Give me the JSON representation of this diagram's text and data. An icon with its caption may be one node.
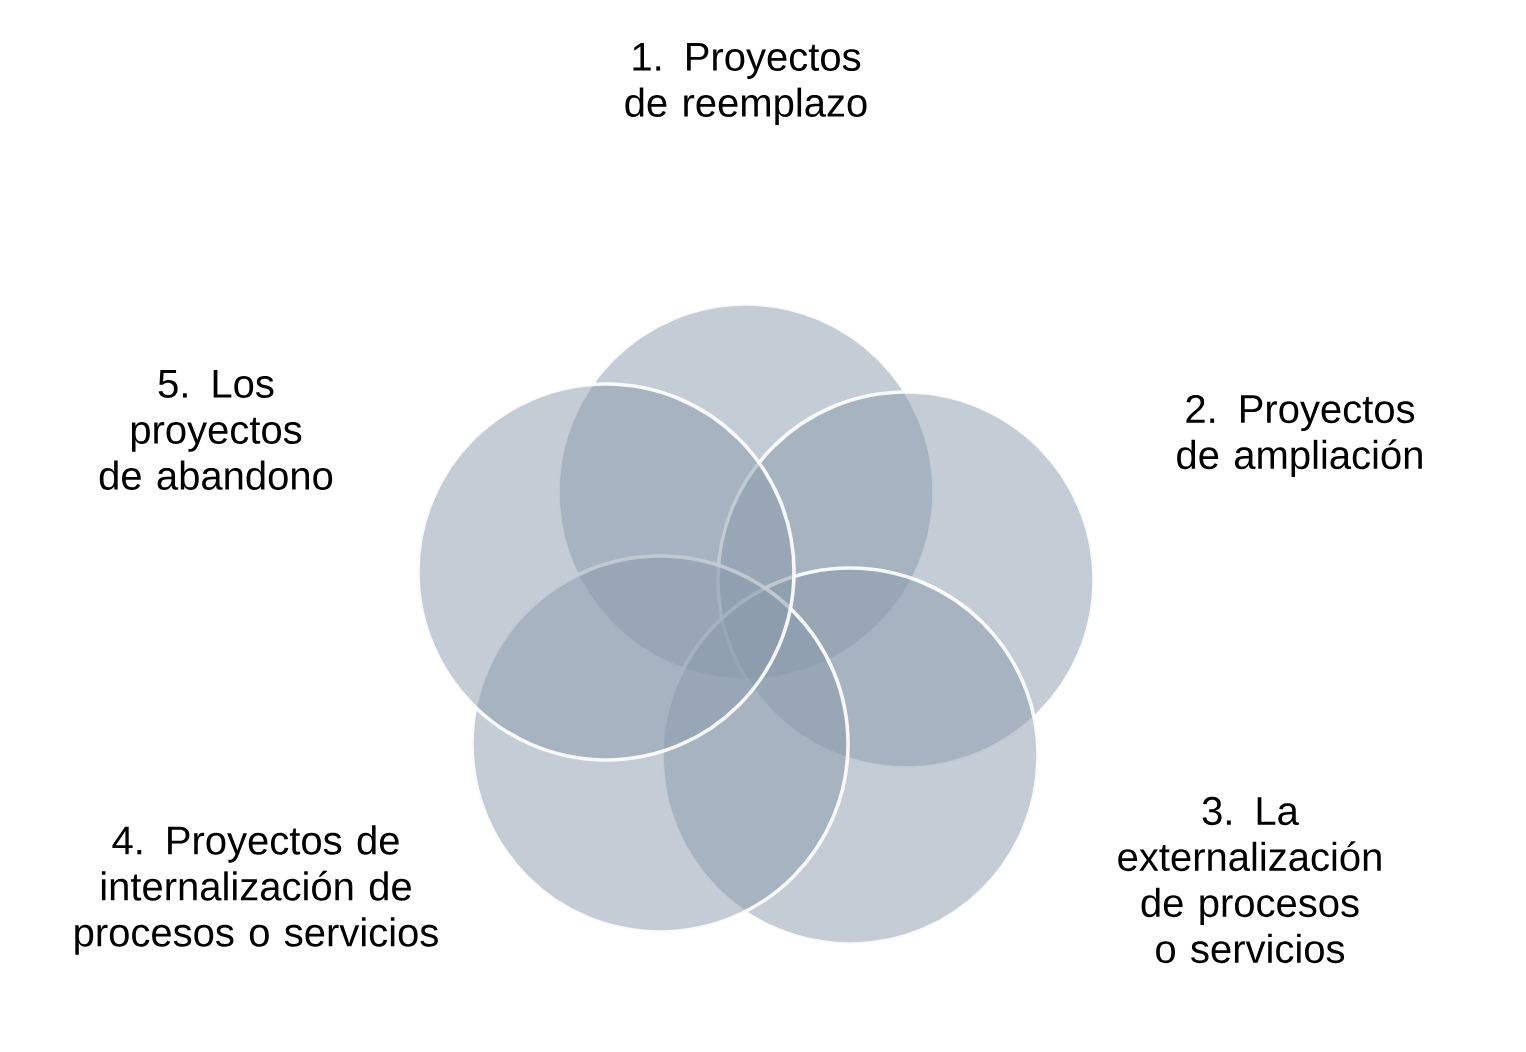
{
  "diagram": {
    "nodes": [
      {
        "text": [
          "1. Proyectos de reemplazo"
        ]
      },
      {
        "text": [
          "2. Proyectos de ampliación"
        ]
      },
      {
        "text": [
          "3. La externalización de procesos o servicios"
        ]
      },
      {
        "text": [
          "4. Proyectos de internalización de procesos o servicios"
        ]
      },
      {
        "text": [
          "5. Los proyectos de abandono"
        ]
      }
    ]
  }
}
